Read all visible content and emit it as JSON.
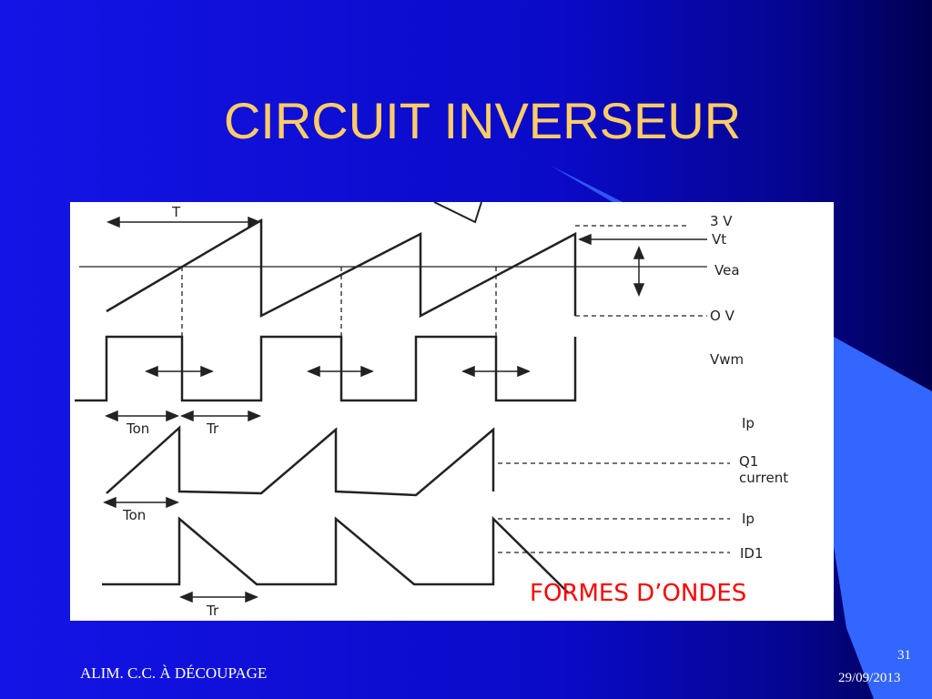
{
  "slide": {
    "title": "CIRCUIT INVERSEUR",
    "caption": "FORMES D’ONDES",
    "footer": "ALIM. C.C. À DÉCOUPAGE",
    "slide_number": "31",
    "date": "29/09/2013",
    "colors": {
      "background": "#1010d8",
      "title": "#ffcc66",
      "caption": "#ff0000",
      "accent": "#3366ff"
    }
  },
  "figure": {
    "labels": {
      "T": "T",
      "v3": "3 V",
      "vt": "Vt",
      "vea": "Vea",
      "v0": "O V",
      "vwm": "Vwm",
      "ton1": "Ton",
      "tr1": "Tr",
      "ip1": "Ip",
      "q1": "Q1",
      "current": "current",
      "ton2": "Ton",
      "ip2": "Ip",
      "id1": "ID1",
      "tr2": "Tr"
    }
  }
}
